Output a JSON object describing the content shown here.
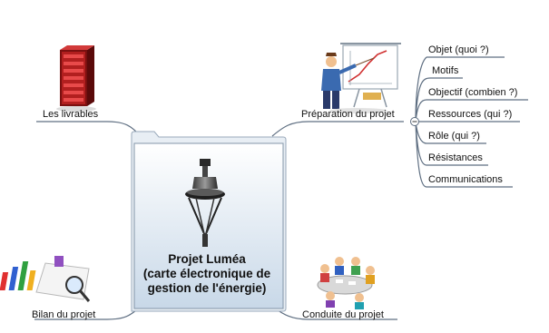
{
  "central": {
    "title_lines": [
      "Projet Luméa",
      "(carte électronique de",
      "gestion de l'énergie)"
    ]
  },
  "branches": {
    "livrables": "Les livrables",
    "preparation": "Préparation du projet",
    "bilan": "Bilan du projet",
    "conduite": "Conduite du projet"
  },
  "preparation_children": [
    "Objet (quoi ?)",
    "Motifs",
    "Objectif (combien ?)",
    "Ressources (qui ?)",
    "Rôle (qui ?)",
    "Résistances",
    "Communications"
  ],
  "collapse_symbol": "−",
  "icons": {
    "livrables": "red-binders-icon",
    "preparation": "presenter-whiteboard-icon",
    "bilan": "chart-magnifier-icon",
    "conduite": "meeting-table-icon",
    "central": "street-lamp-icon"
  },
  "colors": {
    "line": "#5f6f82",
    "central_fill_top": "#ffffff",
    "central_fill_bottom": "#c9d9e8",
    "central_border": "#7f93a8"
  }
}
